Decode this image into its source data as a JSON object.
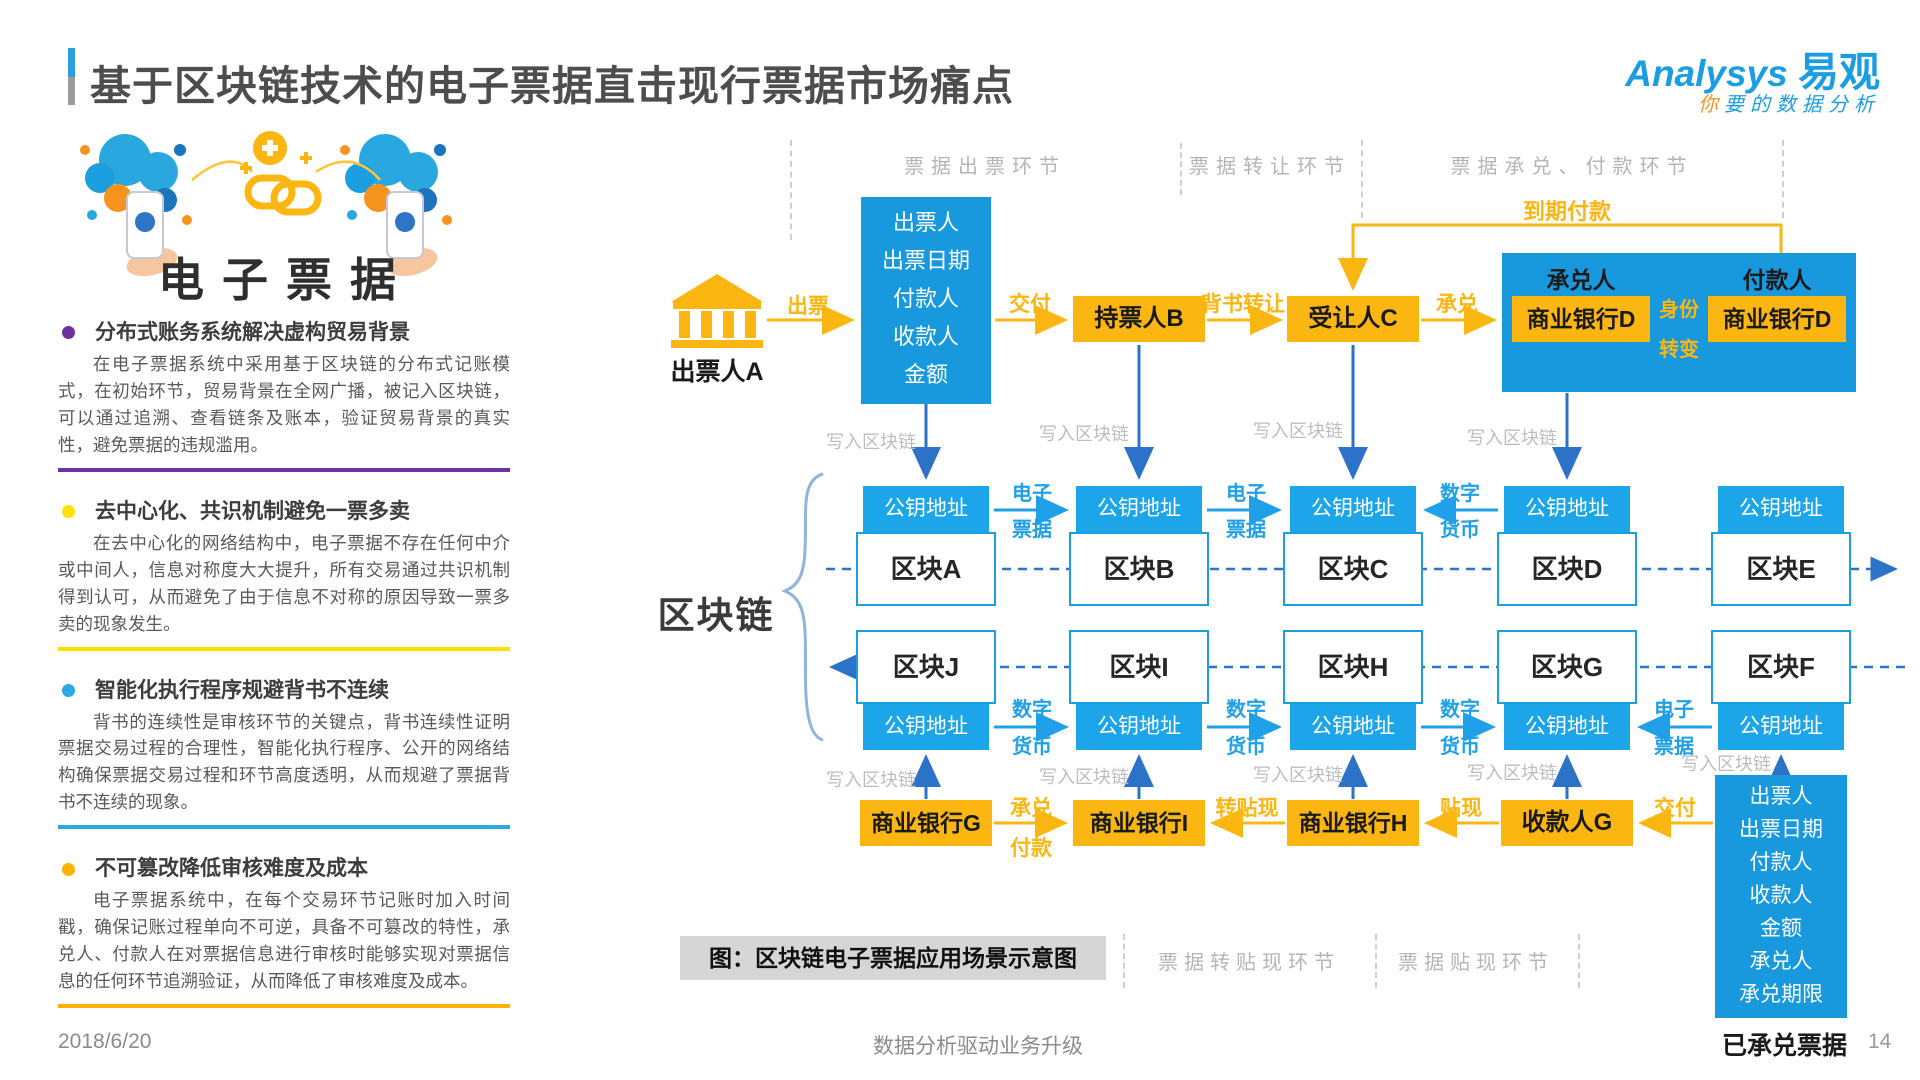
{
  "header": {
    "title": "基于区块链技术的电子票据直击现行票据市场痛点",
    "brand": "Analysys",
    "brand_cn": "易观",
    "tagline_head": "你",
    "tagline_tail": "要的数据分析"
  },
  "left_panel": {
    "graphic_title": "电子票据",
    "sections": [
      {
        "color": "#7030A0",
        "heading": "分布式账务系统解决虚构贸易背景",
        "body": "在电子票据系统中采用基于区块链的分布式记账模式，在初始环节，贸易背景在全网广播，被记入区块链，可以通过追溯、查看链条及账本，验证贸易背景的真实性，避免票据的违规滥用。"
      },
      {
        "color": "#FFE100",
        "heading": "去中心化、共识机制避免一票多卖",
        "body": "在去中心化的网络结构中，电子票据不存在任何中介或中间人，信息对称度大大提升，所有交易通过共识机制得到认可，从而避免了由于信息不对称的原因导致一票多卖的现象发生。"
      },
      {
        "color": "#29ABE2",
        "heading": "智能化执行程序规避背书不连续",
        "body": "背书的连续性是审核环节的关键点，背书连续性证明票据交易过程的合理性，智能化执行程序、公开的网络结构确保票据交易过程和环节高度透明，从而规避了票据背书不连续的现象。"
      },
      {
        "color": "#FFB100",
        "heading": "不可篡改降低审核难度及成本",
        "body": "电子票据系统中，在每个交易环节记账时加入时间戳，确保记账过程单向不可逆，具备不可篡改的特性，承兑人、付款人在对票据信息进行审核时能够实现对票据信息的任何环节追溯验证，从而降低了审核难度及成本。"
      }
    ]
  },
  "diagram": {
    "phases_top": [
      "票据出票环节",
      "票据转让环节",
      "票据承兑、付款环节"
    ],
    "phases_bottom": [
      "票据转贴现环节",
      "票据贴现环节"
    ],
    "maturity": "到期付款",
    "drawer": "出票人A",
    "holder": "持票人B",
    "transferee": "受让人C",
    "acceptor_role": "承兑人",
    "payer_role": "付款人",
    "bank_d": "商业银行D",
    "identity": [
      "身份",
      "转变"
    ],
    "bill_fields": [
      "出票人",
      "出票日期",
      "付款人",
      "收款人",
      "金额"
    ],
    "accepted_bill_fields": [
      "出票人",
      "出票日期",
      "付款人",
      "收款人",
      "金额",
      "承兑人",
      "承兑期限"
    ],
    "flow": {
      "issue": "出票",
      "deliver": "交付",
      "endorse": "背书转让",
      "accept": "承兑",
      "accept_pay": [
        "承兑",
        "付款"
      ],
      "rediscount": "转贴现",
      "discount": "贴现"
    },
    "write_chain": "写入区块链",
    "chain_label": "区块链",
    "pubkey": "公钥地址",
    "blocks_top": [
      "区块A",
      "区块B",
      "区块C",
      "区块D",
      "区块E"
    ],
    "blocks_bottom": [
      "区块J",
      "区块I",
      "区块H",
      "区块G",
      "区块F"
    ],
    "edge": {
      "ebill": [
        "电子",
        "票据"
      ],
      "dcash": [
        "数字",
        "货币"
      ]
    },
    "banks_bottom": [
      "商业银行G",
      "商业银行I",
      "商业银行H"
    ],
    "payee": "收款人G",
    "caption": "图：区块链电子票据应用场景示意图",
    "colors": {
      "blue": "#1899DD",
      "pubkey_blue": "#1CA5E8",
      "orange": "#FBB612",
      "arrow_blue": "#2B72C8",
      "light_blue": "#1FA0E8"
    }
  },
  "footer": {
    "date": "2018/6/20",
    "center": "数据分析驱动业务升级",
    "right_label": "已承兑票据",
    "page": "14"
  }
}
